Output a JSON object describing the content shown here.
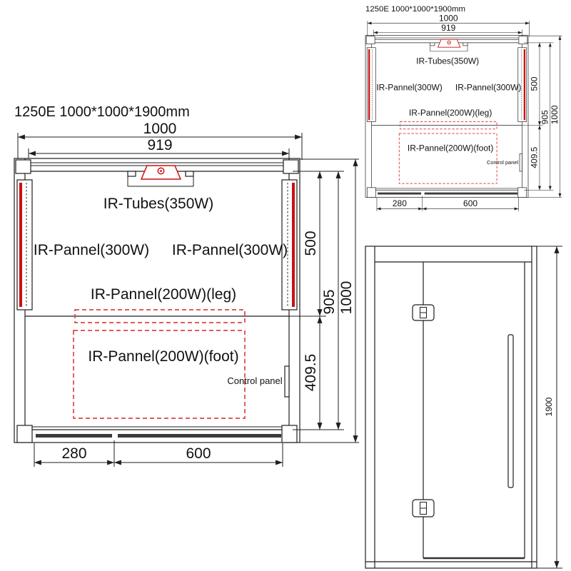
{
  "drawing": {
    "title": "1250E 1000*1000*1900mm",
    "top_view": {
      "labels": {
        "ir_tubes": "IR-Tubes(350W)",
        "ir_pannel_left": "IR-Pannel(300W)",
        "ir_pannel_right": "IR-Pannel(300W)",
        "ir_pannel_leg": "IR-Pannel(200W)(leg)",
        "ir_pannel_foot": "IR-Pannel(200W)(foot)",
        "control_panel": "Control panel"
      },
      "dimensions": {
        "outer_width_mm": "1000",
        "inner_width_mm": "919",
        "side_panel_length_mm": "500",
        "inner_depth_mm": "905",
        "outer_depth_mm": "1000",
        "foot_zone_mm": "409.5",
        "door_offset_mm": "280",
        "door_width_mm": "600"
      }
    },
    "front_view": {
      "dimensions": {
        "height_mm": "1900"
      }
    },
    "colors": {
      "line": "#1f1f1f",
      "heater_red": "#cc1111",
      "dashed_panel_red": "#e04545",
      "rail_dark": "#3b3b3b"
    }
  }
}
